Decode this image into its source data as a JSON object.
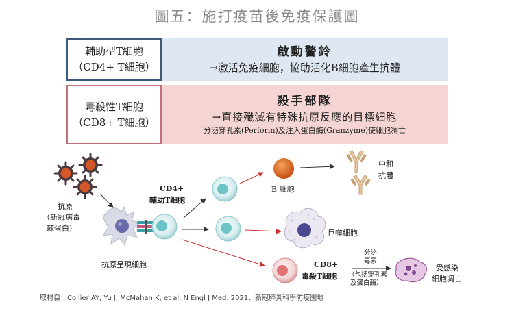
{
  "title": "圖五：施打疫苗後免疫保護圖",
  "helper_box": {
    "name_line1": "輔助型T細胞",
    "name_line2": "（CD4+ T細胞）",
    "role": "啟動警鈴",
    "description": "→激活免疫細胞，協助活化B細胞產生抗體"
  },
  "killer_box": {
    "name_line1": "毒殺性T細胞",
    "name_line2": "（CD8+ T細胞）",
    "role": "殺手部隊",
    "description": "→直接殲滅有特殊抗原反應的目標細胞",
    "detail": "分泌穿孔素(Perforin)及注入蛋白酶(Granzyme)使細胞凋亡"
  },
  "diagram": {
    "antigen_line1": "抗原",
    "antigen_line2": "（新冠病毒",
    "antigen_line3": "棘蛋白）",
    "apc_label": "抗原呈現細胞",
    "cd4_line1": "CD4+",
    "cd4_line2": "輔助T細胞",
    "b_cell_label": "B 細胞",
    "antibody_line1": "中和",
    "antibody_line2": "抗體",
    "macrophage_label": "巨噬細胞",
    "cd8_line1": "CD8+",
    "cd8_line2": "毒殺T細胞",
    "secrete_line1": "分泌",
    "secrete_line2": "毒素",
    "secrete_line3": "（包括穿孔素",
    "secrete_line4": "及蛋白酶）",
    "infected_line1": "受感染",
    "infected_line2": "細胞凋亡"
  },
  "source": "取材自：Collier AY, Yu J, McMahan K, et al. N Engl J Med. 2021、新冠肺炎科學防疫園地",
  "colors": {
    "helper_border": "#3d5a7c",
    "helper_fill": "#dfe8f2",
    "killer_border": "#c0707a",
    "killer_fill": "#f5d4d4",
    "virus_core": "#d4572a",
    "virus_coat": "#4a3a3e",
    "t_cell": "#7fcfd0",
    "b_cell": "#e0691e",
    "macrophage_nucleus": "#4b4790",
    "cd8_cell": "#e89090",
    "infected_cell": "#b47ab0",
    "arrow_red": "#cc3333"
  }
}
